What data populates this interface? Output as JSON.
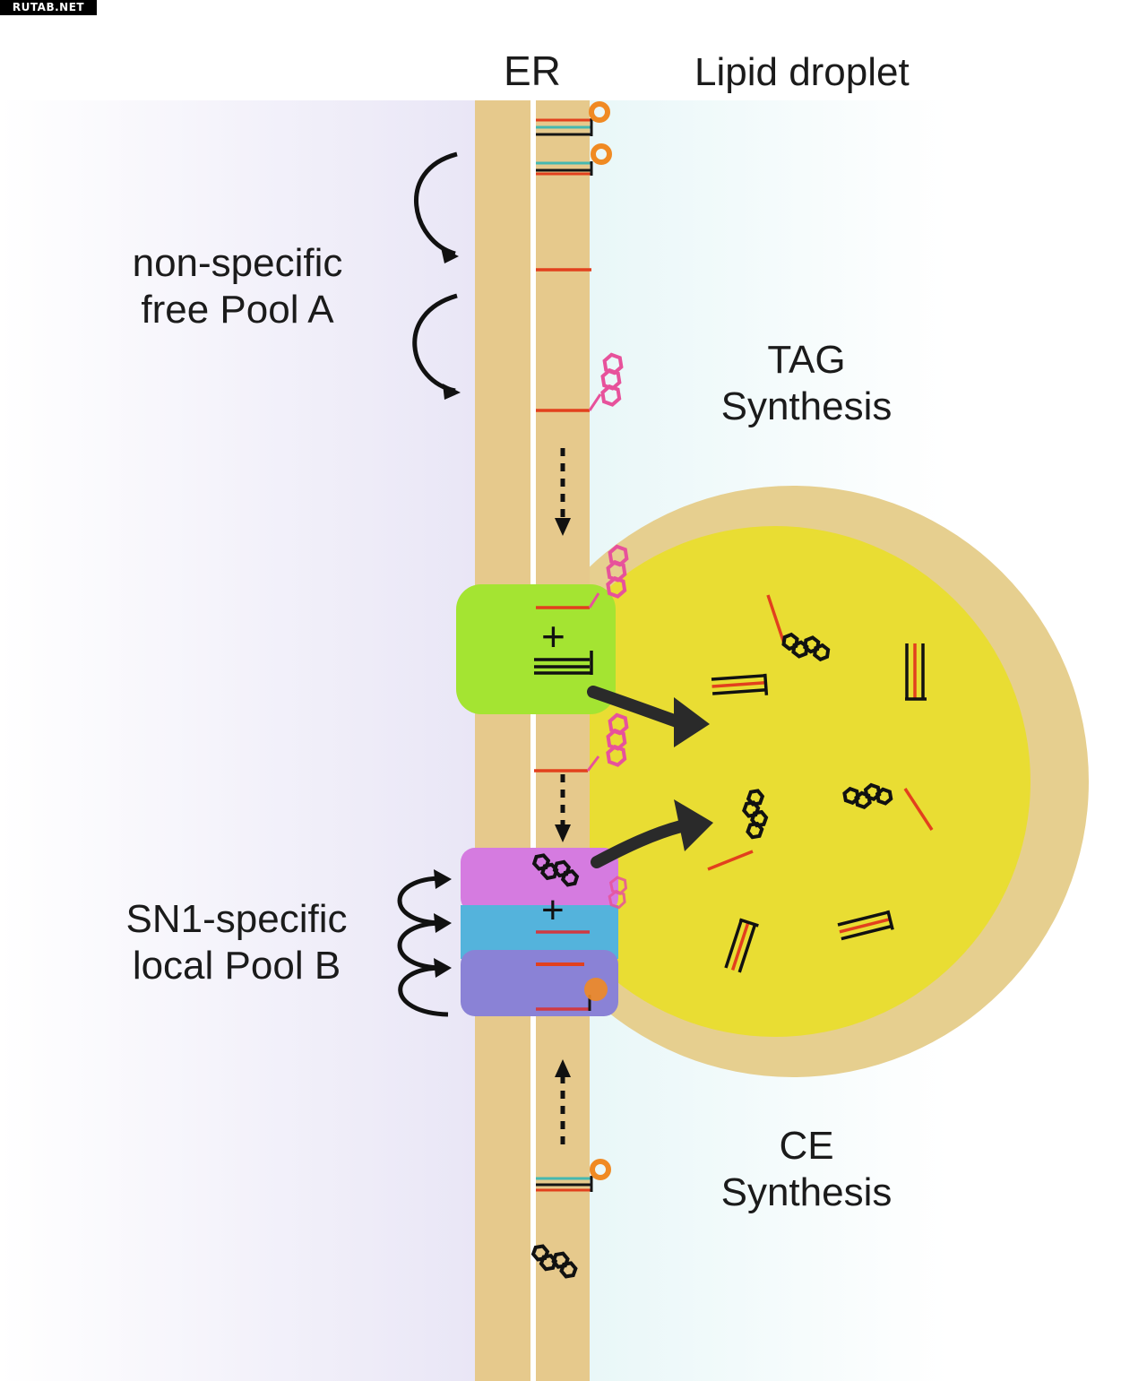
{
  "watermark": "RUTAB.NET",
  "labels": {
    "er": "ER",
    "lipid_droplet": "Lipid droplet",
    "pool_a_line1": "non-specific",
    "pool_a_line2": "free Pool A",
    "tag_line1": "TAG",
    "tag_line2": "Synthesis",
    "pool_b_line1": "SN1-specific",
    "pool_b_line2": "local Pool B",
    "ce_line1": "CE",
    "ce_line2": "Synthesis"
  },
  "colors": {
    "membrane": "#e6c98c",
    "droplet_core": "#e9dd33",
    "enzyme_tag": "#a4e432",
    "enzyme_b_top": "#d57be0",
    "enzyme_b_mid": "#54b3dc",
    "enzyme_b_bottom": "#8a82d6",
    "fatty_acid": "#e2401d",
    "acyl_cyan": "#45b8b0",
    "head_group": "#f08a23",
    "sterol_pink": "#e7529b",
    "sterol_black": "#151515"
  }
}
